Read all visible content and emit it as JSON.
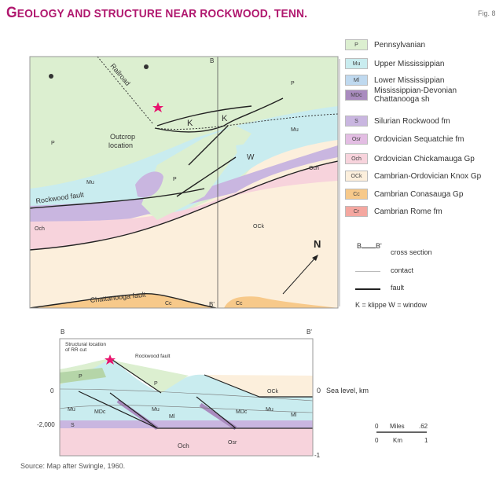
{
  "title": {
    "first_letter": "G",
    "rest": "EOLOGY AND STRUCTURE NEAR ROCKWOOD, TENN."
  },
  "figure_label": "Fig. 8",
  "legend": [
    {
      "code": "P",
      "label": "Pennsylvanian",
      "color": "#dcefd0"
    },
    {
      "code": "Mu",
      "label": "Upper Mississippian",
      "color": "#c9ecef"
    },
    {
      "code": "Ml",
      "label": "Lower Mississippian",
      "color": "#bfd9ef"
    },
    {
      "code": "MDc",
      "label": "Mississippian-Devonian Chattanooga sh",
      "color": "#a98bbf"
    },
    {
      "code": "S",
      "label": "Silurian Rockwood fm",
      "color": "#c9b6e0"
    },
    {
      "code": "Osr",
      "label": "Ordovician Sequatchie fm",
      "color": "#e3bde3"
    },
    {
      "code": "Och",
      "label": "Ordovician Chickamauga Gp",
      "color": "#f7d3dc"
    },
    {
      "code": "OCk",
      "label": "Cambrian-Ordovician Knox Gp",
      "color": "#fcefdc"
    },
    {
      "code": "Cc",
      "label": "Cambrian Conasauga Gp",
      "color": "#f7c98a"
    },
    {
      "code": "Cr",
      "label": "Cambrian Rome fm",
      "color": "#f4a7a0"
    }
  ],
  "symbols": {
    "cross_section_b": "B",
    "cross_section_b2": "B'",
    "cross_section": "cross section",
    "contact": "contact",
    "fault": "fault",
    "klippe_window": "K = klippe   W = window"
  },
  "map": {
    "labels": {
      "railroad": "Railroad",
      "outcrop": "Outcrop",
      "location": "location",
      "rockwood_fault": "Rockwood fault",
      "chattanooga_fault": "Chattanooga fault",
      "north": "N",
      "b": "B",
      "b2": "B'",
      "klippe": "K",
      "window": "W",
      "p": "P",
      "mu": "Mu",
      "och": "Och",
      "ock": "OCk",
      "cc": "Cc"
    },
    "outcrop_star_color": "#e8146e"
  },
  "cross_section": {
    "b": "B",
    "b2": "B'",
    "structural_location_1": "Structural location",
    "structural_location_2": "of RR cut",
    "rockwood_fault": "Rockwood fault",
    "left_ticks": [
      "0",
      "-2,000"
    ],
    "right_ticks": [
      "0",
      "-1"
    ],
    "sea_level_label": "Sea level, km",
    "units": {
      "p": "P",
      "mu": "Mu",
      "mdc": "MDc",
      "ml": "Ml",
      "s": "S",
      "och": "Och",
      "osr": "Osr",
      "ock": "OCk"
    }
  },
  "scale_bar": {
    "miles_zero": "0",
    "miles": "Miles",
    "miles_value": ".62",
    "km_zero": "0",
    "km": "Km",
    "km_value": "1"
  },
  "source": "Source: Map after Swingle, 1960."
}
